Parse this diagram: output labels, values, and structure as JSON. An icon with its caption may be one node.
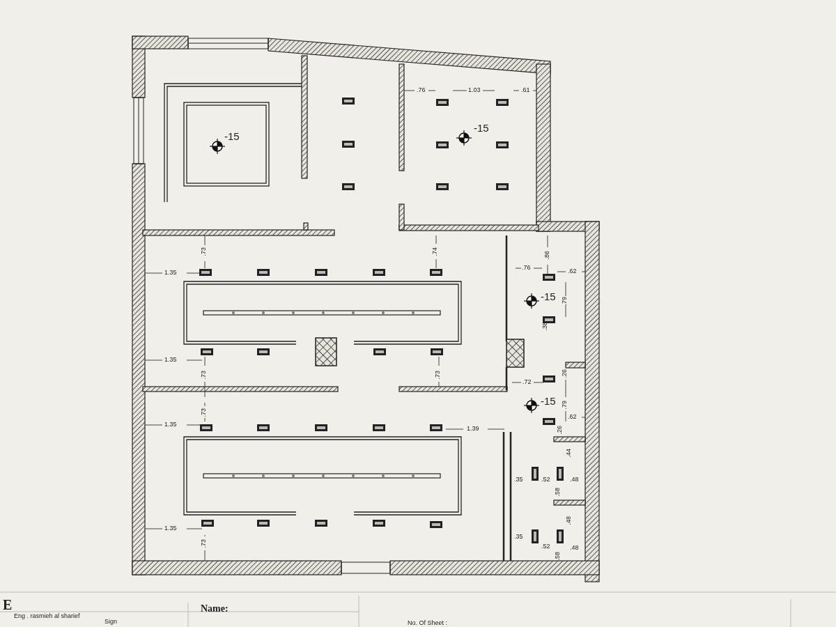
{
  "diagram": {
    "labels": [
      "-15",
      ".76",
      "1.03",
      ".61",
      "-15",
      ".73",
      ".74",
      ".86",
      "1.35",
      ".76",
      ".62",
      "-15",
      ".79",
      ".38",
      "1.35",
      ".73",
      ".73",
      ".26",
      ".72",
      "-15",
      ".79",
      ".62",
      ".26",
      ".73",
      "1.35",
      "1.39",
      ".44",
      ".35",
      ".52",
      ".48",
      ".58",
      "1.35",
      ".48",
      ".73",
      ".35",
      ".52",
      ".48",
      ".58",
      "E",
      "Eng . rasmieh al sharief",
      "Sign",
      "Name:",
      "No. Of Sheet :"
    ]
  }
}
